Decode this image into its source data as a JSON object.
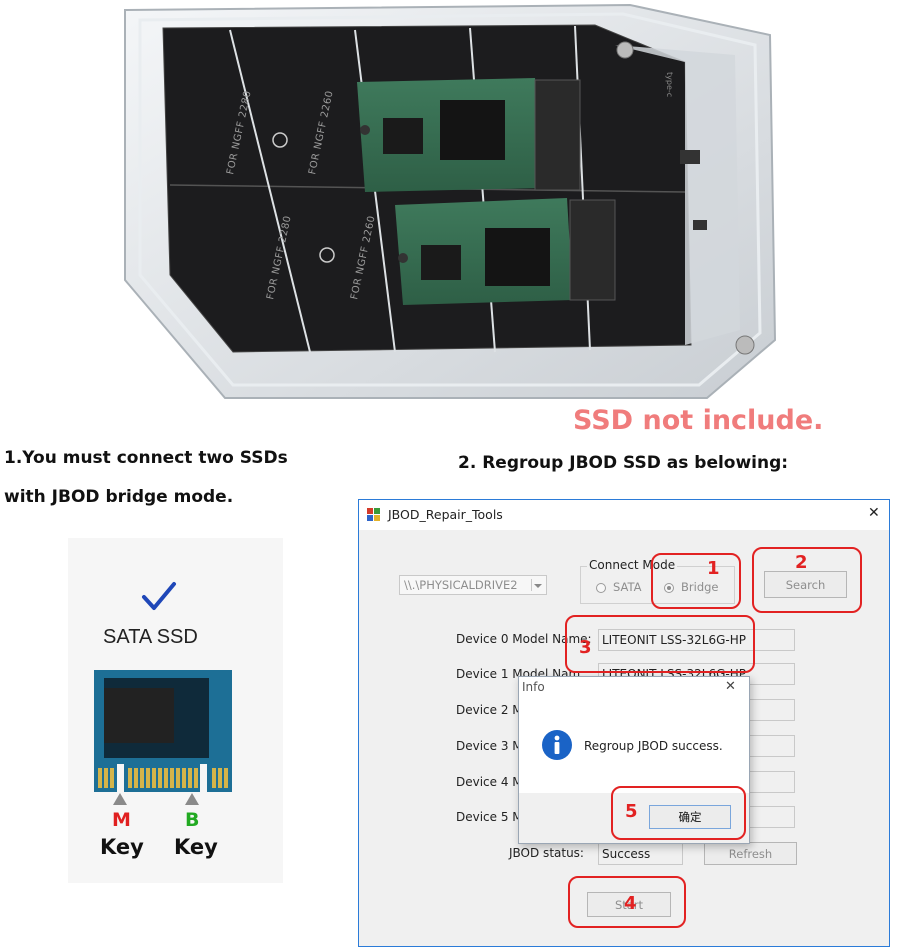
{
  "photo": {
    "slot_labels": [
      "FOR NGFF 2280",
      "FOR NGFF 2260",
      "FOR NGFF 2280",
      "FOR NGFF 2260"
    ],
    "port_label": "type-c"
  },
  "notice": "SSD not include.",
  "step1": {
    "line1": "1.You must connect two SSDs",
    "line2": "with JBOD bridge mode."
  },
  "step2": "2. Regroup JBOD SSD as belowing:",
  "sata": {
    "title": "SATA SSD",
    "check_icon": "checkmark-icon",
    "key_m": {
      "letter": "M",
      "word": "Key",
      "color": "#e02020"
    },
    "key_b": {
      "letter": "B",
      "word": "Key",
      "color": "#22aa22"
    }
  },
  "window": {
    "title": "JBOD_Repair_Tools",
    "close_glyph": "✕",
    "drive_select": "\\\\.\\PHYSICALDRIVE2",
    "connect_mode": {
      "legend": "Connect Mode",
      "options": [
        "SATA",
        "Bridge"
      ],
      "selected": "Bridge"
    },
    "search_label": "Search",
    "devices": [
      {
        "label": "Device 0 Model Name:",
        "value": "LITEONIT LSS-32L6G-HP"
      },
      {
        "label": "Device 1 Model Nam",
        "value": "LITEONIT LSS-32L6G-HP"
      },
      {
        "label": "Device 2 M",
        "value": ""
      },
      {
        "label": "Device 3 M",
        "value": ""
      },
      {
        "label": "Device 4 M",
        "value": ""
      },
      {
        "label": "Device 5 M",
        "value": ""
      }
    ],
    "status_label": "JBOD status:",
    "status_value": "Success",
    "refresh_label": "Refresh",
    "start_label": "Start"
  },
  "info_dialog": {
    "title": "Info",
    "close_glyph": "✕",
    "message": "Regroup JBOD success.",
    "ok_label": "确定"
  },
  "annotations": [
    "1",
    "2",
    "3",
    "4",
    "5"
  ],
  "colors": {
    "annotation": "#e22222",
    "notice": "#f07c7c",
    "window_border": "#2b7bd8"
  }
}
